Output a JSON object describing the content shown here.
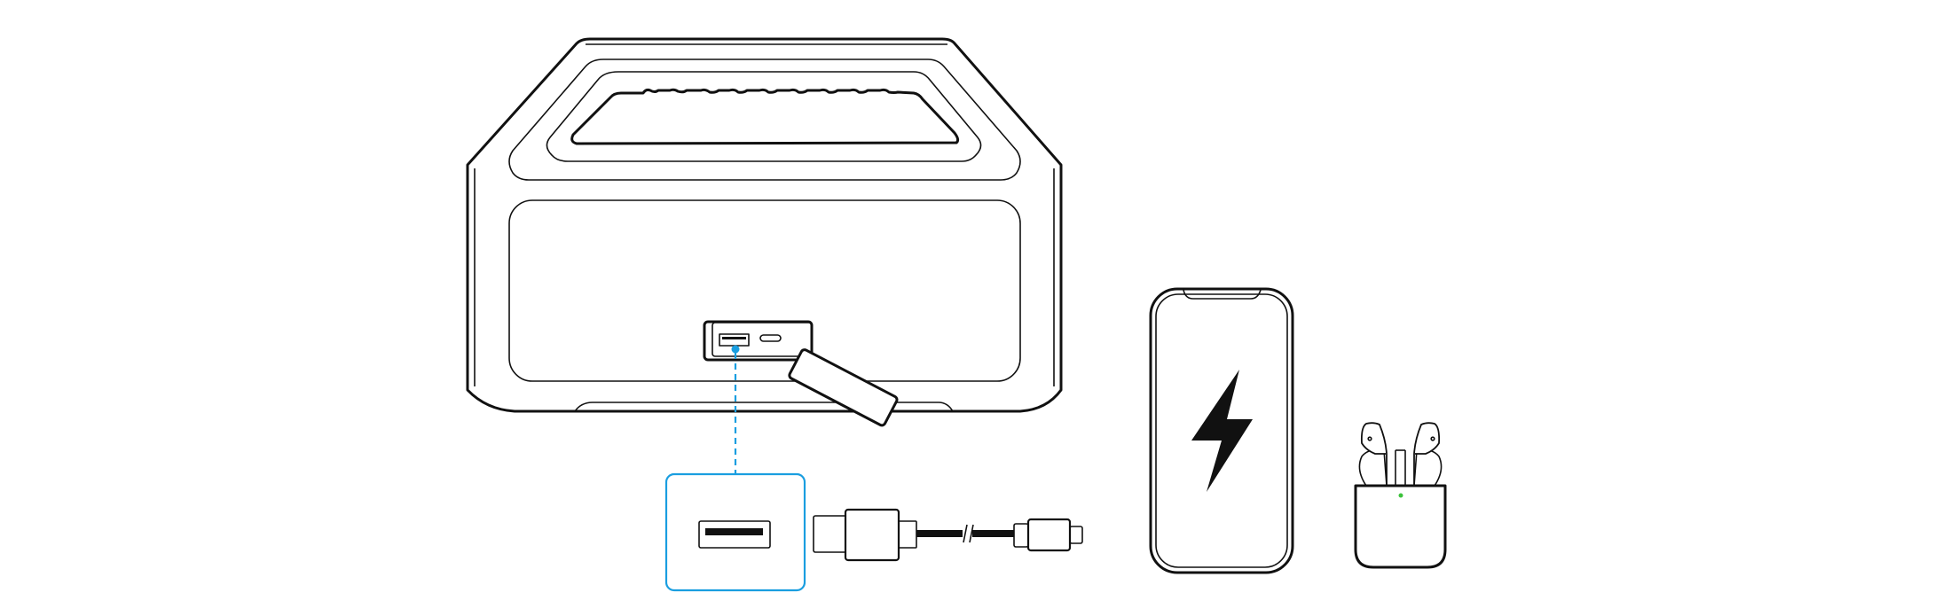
{
  "colors": {
    "line": "#111111",
    "accent": "#1a9ee0",
    "led": "#3cc23c",
    "background": "#ffffff"
  },
  "icons": [
    "speaker-device",
    "usb-a-port",
    "usb-c-port",
    "usb-cable",
    "smartphone",
    "lightning-bolt-icon",
    "earbuds-case"
  ]
}
